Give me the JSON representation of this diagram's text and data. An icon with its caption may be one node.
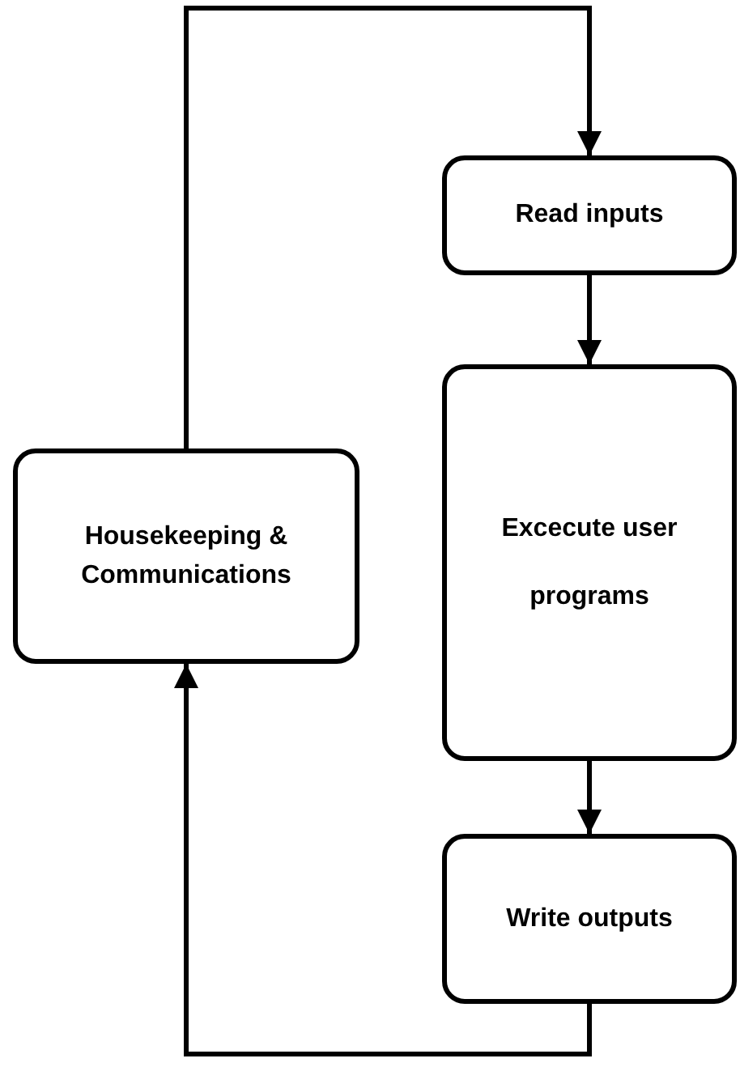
{
  "diagram": {
    "nodes": [
      {
        "text": [
          "Read inputs"
        ]
      },
      {
        "text": [
          "Excecute user programs"
        ]
      },
      {
        "text": [
          "Write outputs"
        ]
      },
      {
        "text": [
          "Housekeeping & Communications"
        ]
      }
    ],
    "edges": [
      {
        "from": 0,
        "to": 1,
        "arrow": "to"
      },
      {
        "from": 1,
        "to": 2,
        "arrow": "to"
      },
      {
        "from": 2,
        "to": 3,
        "arrow": "to"
      },
      {
        "from": 3,
        "to": 0,
        "arrow": "to"
      }
    ]
  }
}
